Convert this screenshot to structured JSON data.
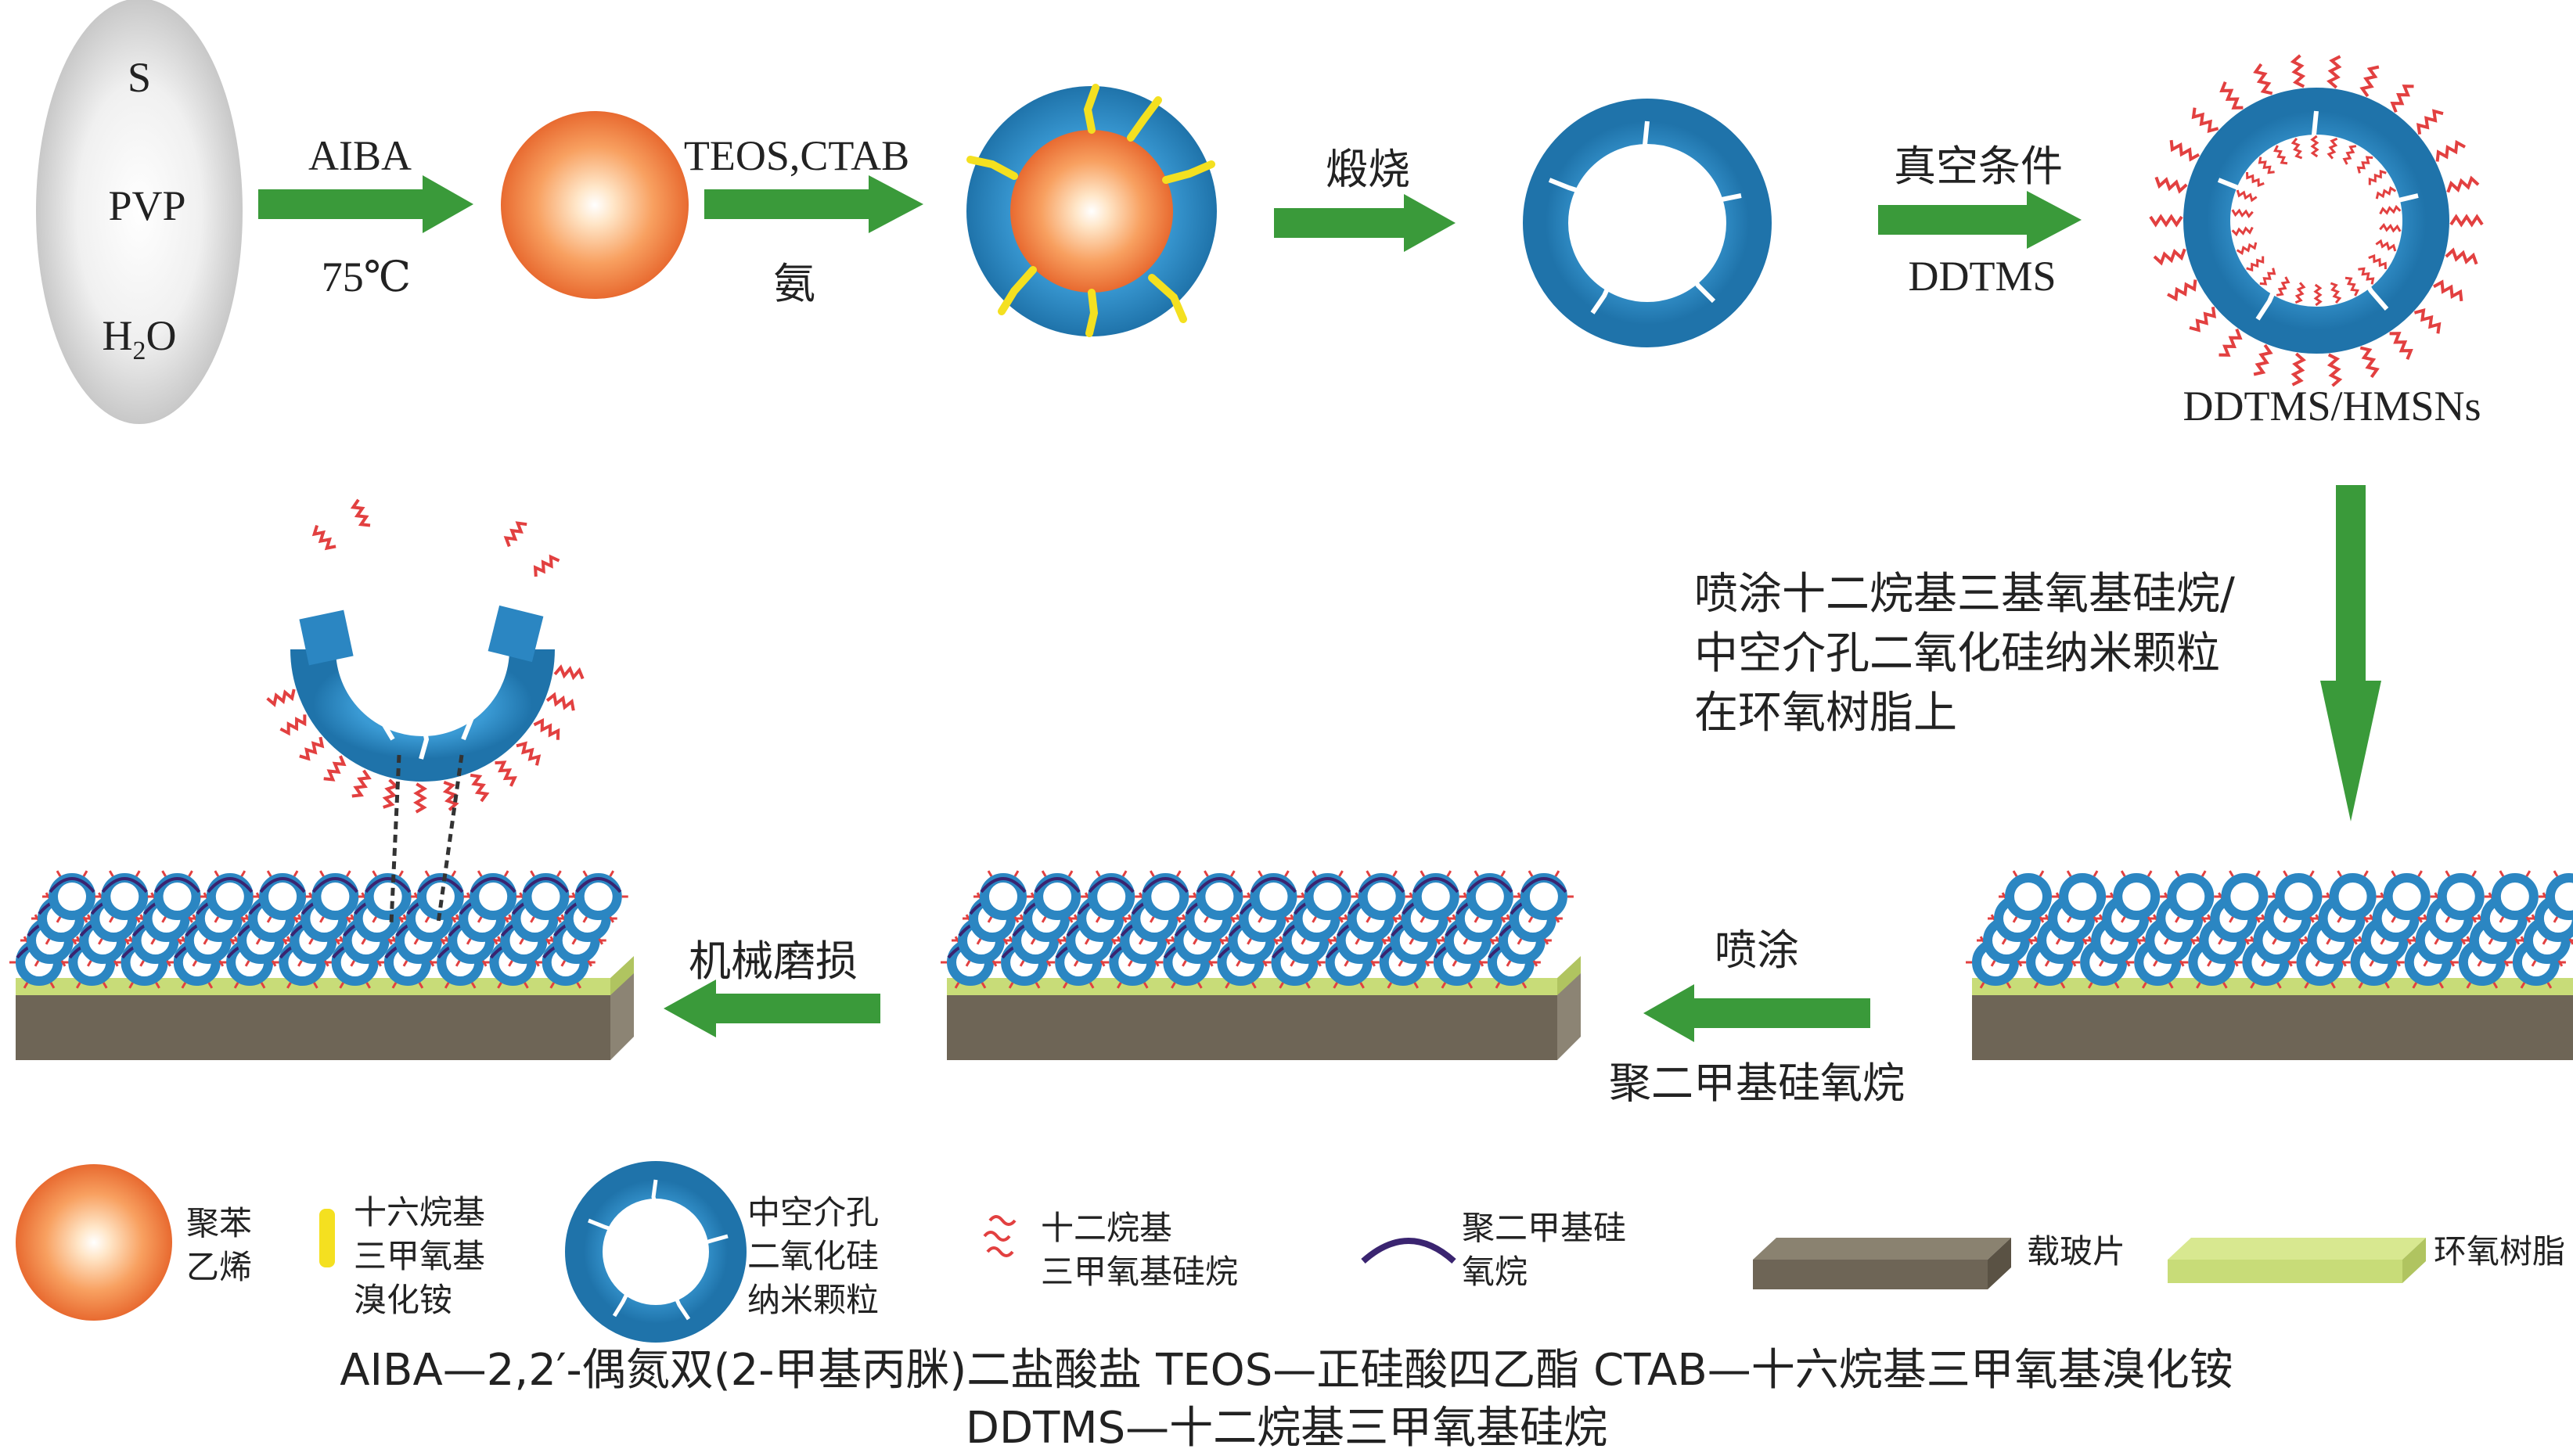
{
  "step1": {
    "mixture": [
      "S",
      "PVP",
      "H2O"
    ],
    "arrow_top": "AIBA",
    "arrow_bottom": "75℃"
  },
  "step2": {
    "arrow_top": "TEOS,CTAB",
    "arrow_bottom": "氨"
  },
  "step3": {
    "arrow_top": "煅烧"
  },
  "step4": {
    "arrow_top": "真空条件",
    "arrow_bottom": "DDTMS"
  },
  "product_label": "DDTMS/HMSNs",
  "step5_text": [
    "喷涂十二烷基三基氧基硅烷/",
    "中空介孔二氧化硅纳米颗粒",
    "在环氧树脂上"
  ],
  "step6": {
    "arrow_top": "喷涂",
    "arrow_bottom": "聚二甲基硅氧烷"
  },
  "step7": {
    "arrow_top": "机械磨损"
  },
  "legend": {
    "polystyrene": [
      "聚苯",
      "乙烯"
    ],
    "ctab": [
      "十六烷基",
      "三甲氧基",
      "溴化铵"
    ],
    "hmsn": [
      "中空介孔",
      "二氧化硅",
      "纳米颗粒"
    ],
    "ddtms": [
      "十二烷基",
      "三甲氧基硅烷"
    ],
    "pdms": [
      "聚二甲基硅",
      "氧烷"
    ],
    "slide": "载玻片",
    "epoxy": "环氧树脂"
  },
  "footnote": {
    "line1": "AIBA—2,2′-偶氮双(2-甲基丙脒)二盐酸盐    TEOS—正硅酸四乙酯    CTAB—十六烷基三甲氧基溴化铵",
    "line2": "DDTMS—十二烷基三甲氧基硅烷"
  },
  "colors": {
    "arrow": "#3a9a3a",
    "shell": "#2b86c2",
    "core": "#f08040",
    "ctab": "#f4e020",
    "chain": "#e24040",
    "pdms": "#3a2470",
    "epoxy": "#c8dc78",
    "slide": "#6e6556"
  }
}
